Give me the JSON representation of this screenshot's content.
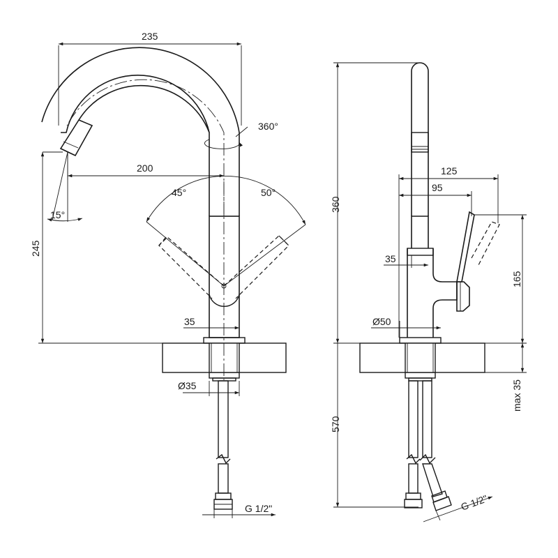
{
  "front_view": {
    "width_235": "235",
    "rotation_360": "360°",
    "reach_200": "200",
    "angle_45": "45°",
    "angle_50": "50°",
    "angle_15": "15°",
    "height_245": "245",
    "body_35": "35",
    "thread_d35": "Ø35",
    "hose_g": "G 1/2\""
  },
  "side_view": {
    "height_360": "360",
    "depth_125": "125",
    "depth_95": "95",
    "spout_35": "35",
    "base_d50": "Ø50",
    "handle_165": "165",
    "max_35": "max 35",
    "hose_570": "570",
    "hose_g": "G 1/2\""
  }
}
